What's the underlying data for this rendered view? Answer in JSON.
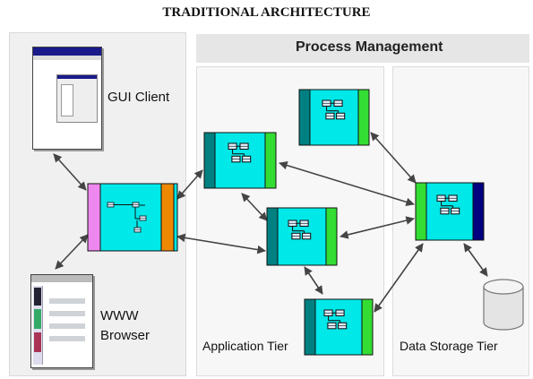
{
  "title": "TRADITIONAL ARCHITECTURE",
  "header": {
    "process_management": "Process Management"
  },
  "labels": {
    "gui_client": "GUI Client",
    "www_line1": "WWW",
    "www_line2": "Browser",
    "application_tier": "Application Tier",
    "data_storage_tier": "Data Storage Tier"
  },
  "colors": {
    "component_fill": "#00e8e8",
    "left_bar_teal": "#008080",
    "right_bar_green": "#33dd33",
    "client_left_pink": "#ee88ee",
    "client_right_orange": "#ee8800",
    "data_right_navy": "#000080",
    "arrow": "#444444"
  }
}
